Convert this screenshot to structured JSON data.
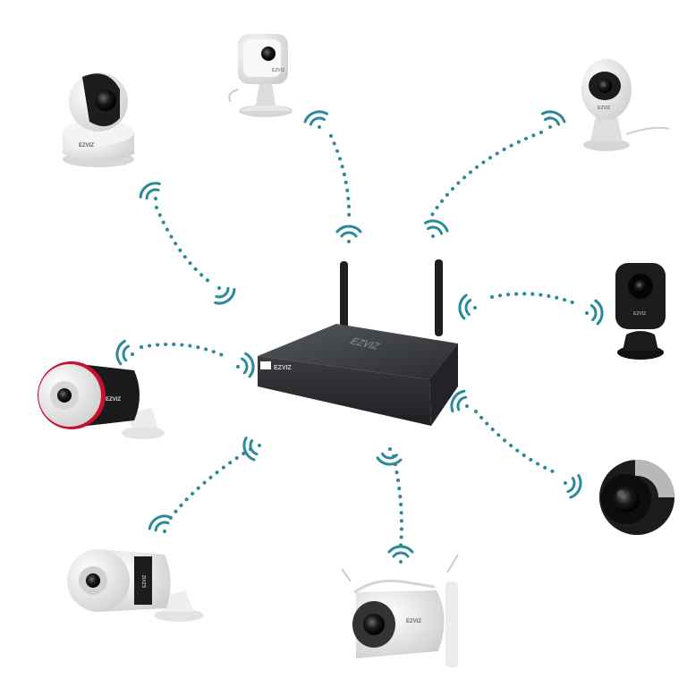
{
  "nvr": {
    "brand_label": "EZVIZ",
    "top_logo_text": "EZVIZ"
  },
  "cameras": [
    {
      "id": "pan-tilt-camera",
      "logo_text": "EZVIZ"
    },
    {
      "id": "cube-camera-top",
      "logo_text": "EZVIZ"
    },
    {
      "id": "egg-camera",
      "logo_text": "EZVIZ"
    },
    {
      "id": "mini-black-camera",
      "logo_text": "EZVIZ"
    },
    {
      "id": "bullet-camera-siren",
      "logo_text": "EZVIZ"
    },
    {
      "id": "bullet-camera-outdoor",
      "logo_text": "EZVIZ"
    },
    {
      "id": "dual-antenna-camera",
      "logo_text": "EZVIZ"
    },
    {
      "id": "ball-camera",
      "logo_text": ""
    }
  ],
  "colors": {
    "wifi": "#2a8a9a",
    "nvr_body": "#2b2d31",
    "camera_white": "#f2f2f2",
    "camera_black": "#1c1c1e",
    "accent_red": "#c8102e"
  }
}
